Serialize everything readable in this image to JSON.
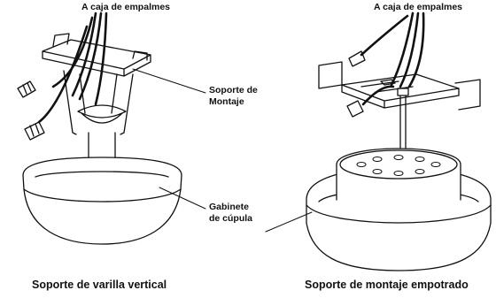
{
  "left": {
    "top_label": "A caja de empalmes",
    "bracket_label_1": "Soporte de",
    "bracket_label_2": "Montaje",
    "canopy_label_1": "Gabinete",
    "canopy_label_2": "de cúpula",
    "caption": "Soporte de varilla vertical"
  },
  "right": {
    "top_label": "A caja de empalmes",
    "caption": "Soporte de montaje empotrado"
  }
}
